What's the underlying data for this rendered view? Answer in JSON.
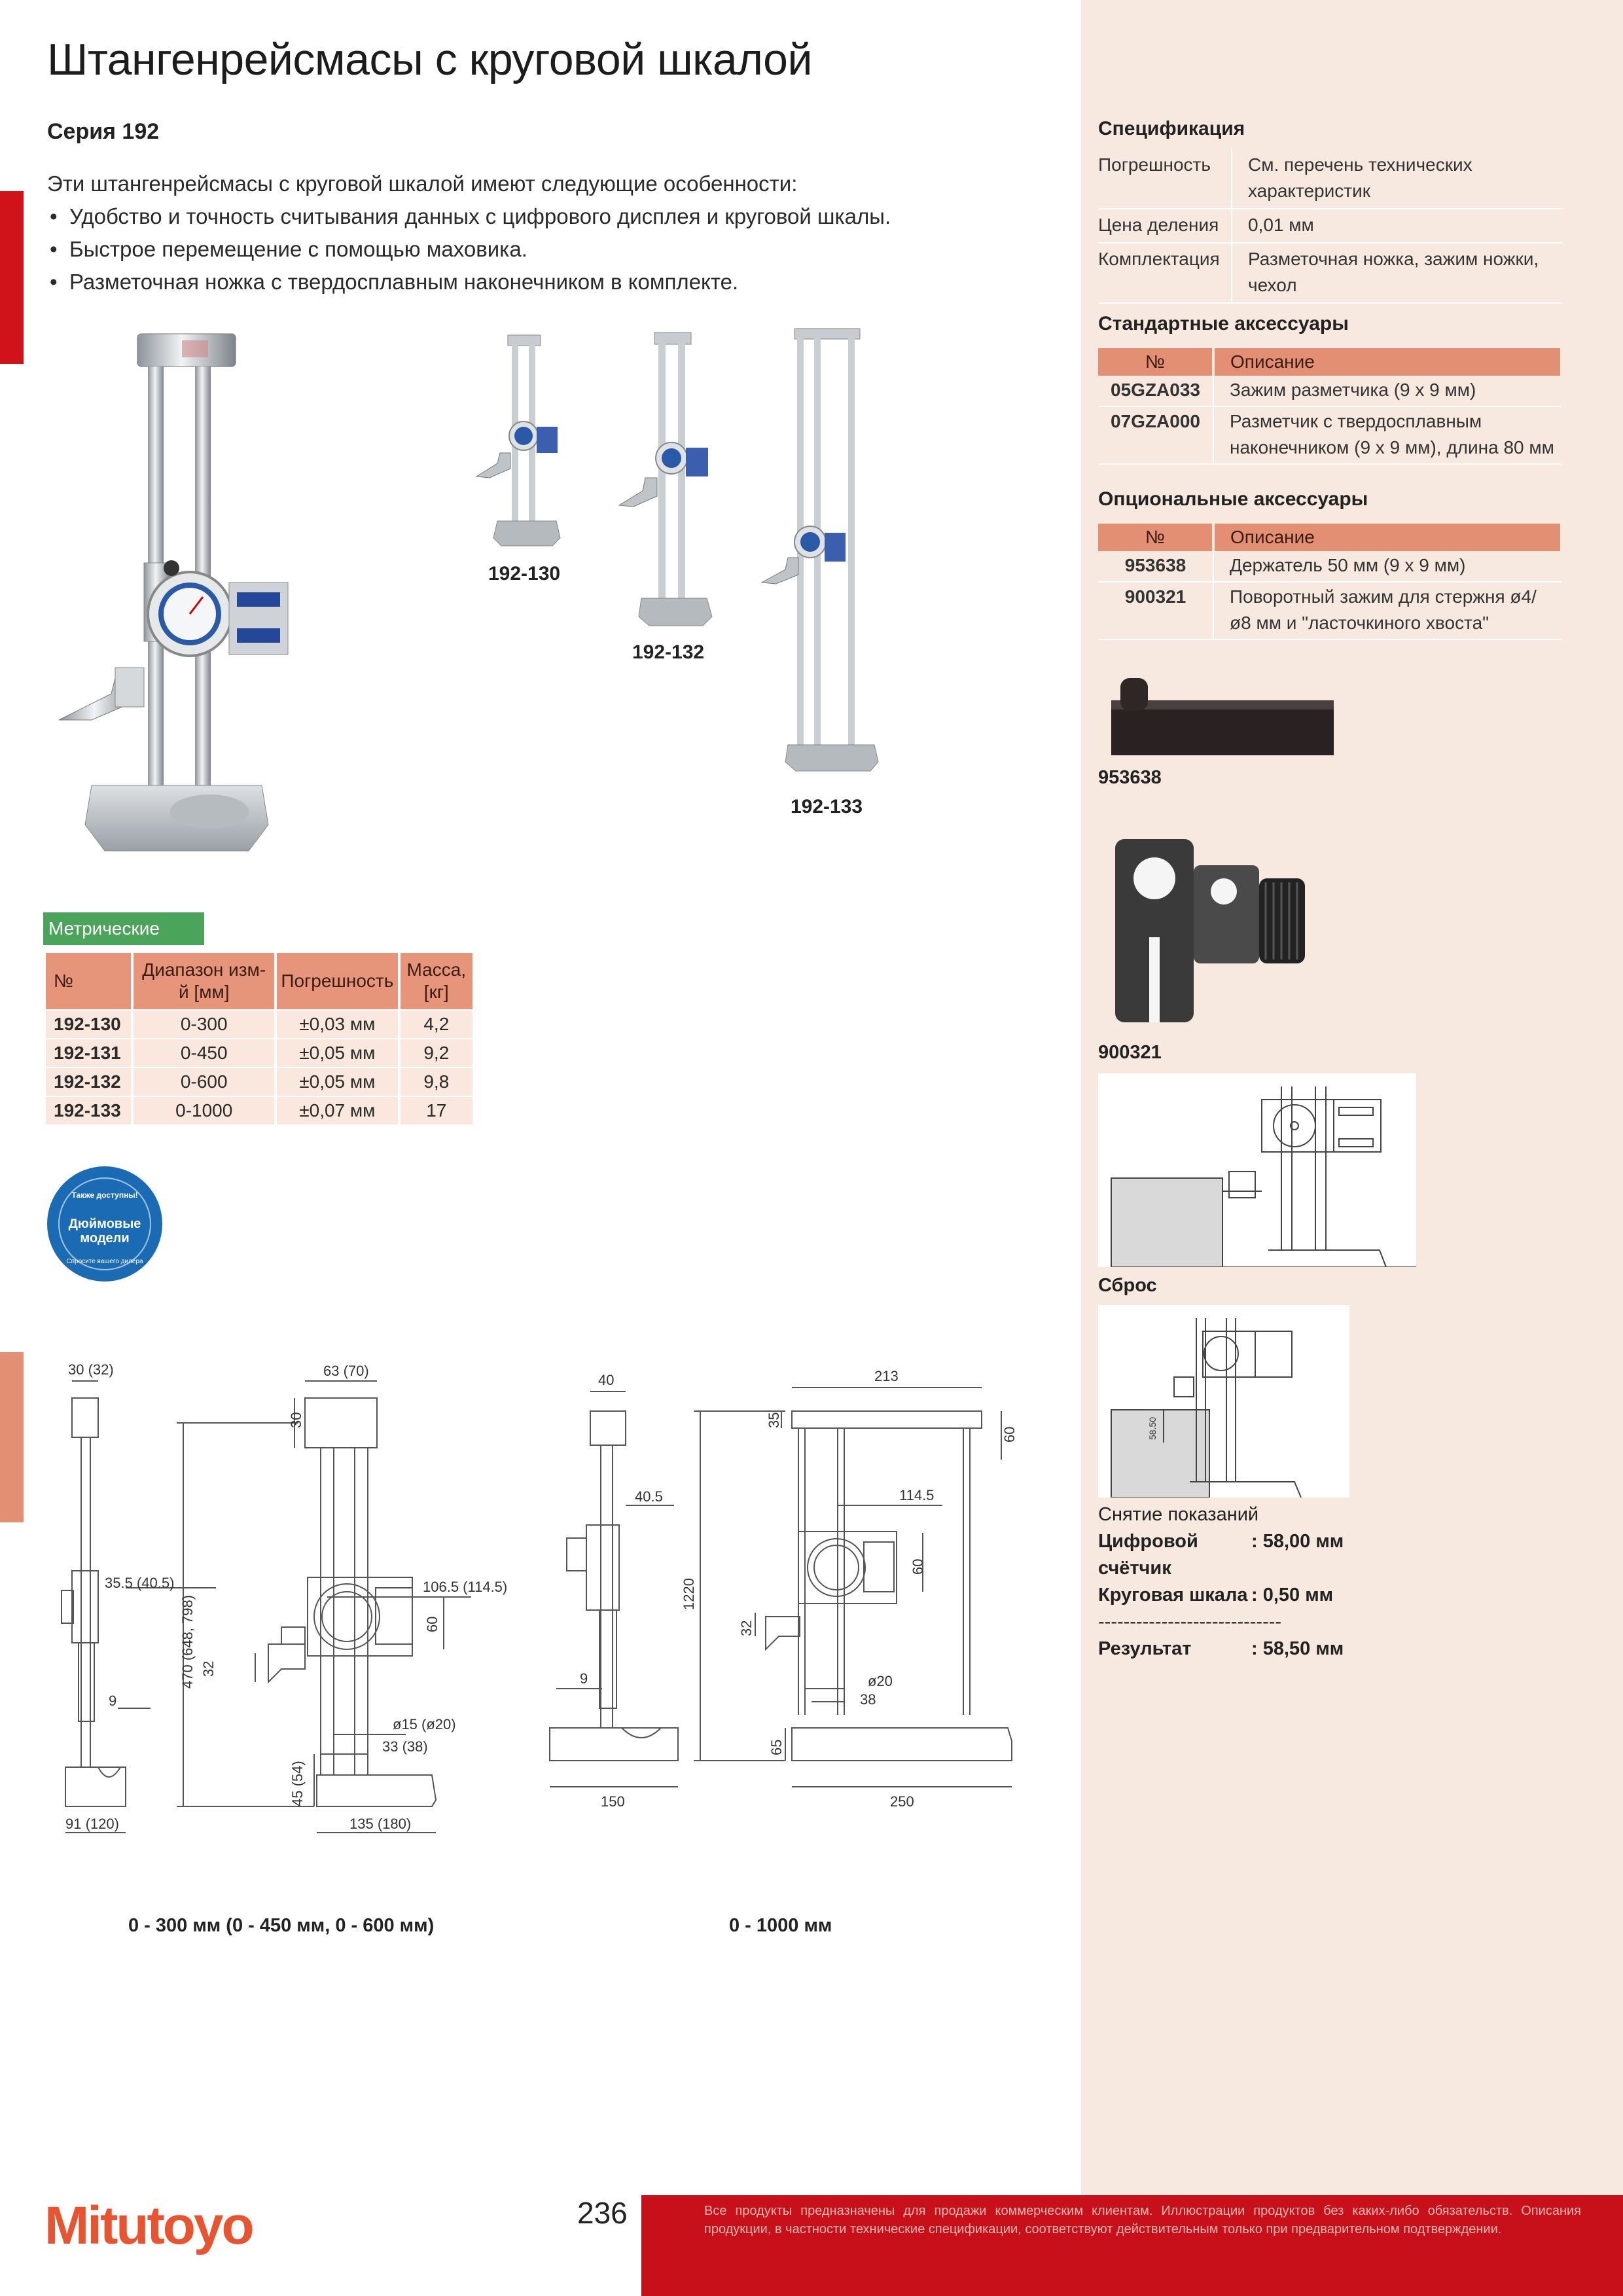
{
  "title": "Штангенрейсмасы с круговой шкалой",
  "series": "Серия 192",
  "intro": {
    "lead": "Эти штангенрейсмасы с круговой шкалой имеют следующие особенности:",
    "bullets": [
      "Удобство и точность считывания данных с цифрового дисплея и круговой шкалы.",
      "Быстрое перемещение с помощью маховика.",
      "Разметочная ножка с твердосплавным наконечником в комплекте."
    ]
  },
  "product_labels": [
    "192-130",
    "192-132",
    "192-133"
  ],
  "metric": {
    "tag": "Метрические",
    "headers": [
      "№",
      "Диапазон изм-й [мм]",
      "Погрешность",
      "Масса, [кг]"
    ],
    "rows": [
      [
        "192-130",
        "0-300",
        "±0,03 мм",
        "4,2"
      ],
      [
        "192-131",
        "0-450",
        "±0,05 мм",
        "9,2"
      ],
      [
        "192-132",
        "0-600",
        "±0,05 мм",
        "9,8"
      ],
      [
        "192-133",
        "0-1000",
        "±0,07 мм",
        "17"
      ]
    ]
  },
  "badge": {
    "top": "Также доступны!",
    "middle1": "Дюймовые",
    "middle2": "модели",
    "ring": "Спросите вашего дилера"
  },
  "drawing_small": {
    "caption": "0 - 300 мм (0 - 450 мм, 0 - 600 мм)",
    "dims": {
      "d_top_w": "30 (32)",
      "d_35": "35.5 (40.5)",
      "d_9": "9",
      "d_91": "91 (120)",
      "d_63": "63 (70)",
      "d_30": "30",
      "d_470": "470 (648, 798)",
      "d_106": "106.5 (114.5)",
      "d_60": "60",
      "d_32": "32",
      "d_15": "ø15 (ø20)",
      "d_33": "33 (38)",
      "d_45": "45 (54)",
      "d_135": "135 (180)"
    }
  },
  "drawing_large": {
    "caption": "0 - 1000 мм",
    "dims": {
      "d_40": "40",
      "d_405": "40.5",
      "d_9": "9",
      "d_150": "150",
      "d_213": "213",
      "d_35": "35",
      "d_60a": "60",
      "d_1145": "114.5",
      "d_60b": "60",
      "d_1220": "1220",
      "d_32": "32",
      "d_20": "ø20",
      "d_38": "38",
      "d_65": "65",
      "d_250": "250"
    }
  },
  "spec": {
    "heading": "Спецификация",
    "rows": [
      [
        "Погрешность",
        "См. перечень технических характеристик"
      ],
      [
        "Цена деления",
        "0,01 мм"
      ],
      [
        "Комплектация",
        "Разметочная ножка, зажим ножки, чехол"
      ]
    ]
  },
  "std_acc": {
    "heading": "Стандартные аксессуары",
    "headers": [
      "№",
      "Описание"
    ],
    "rows": [
      [
        "05GZA033",
        "Зажим разметчика (9 x 9 мм)"
      ],
      [
        "07GZA000",
        "Разметчик с твердосплавным наконечником (9 x 9 мм), длина 80 мм"
      ]
    ]
  },
  "opt_acc": {
    "heading": "Опциональные аксессуары",
    "headers": [
      "№",
      "Описание"
    ],
    "rows": [
      [
        "953638",
        "Держатель 50 мм (9 x 9 мм)"
      ],
      [
        "900321",
        "Поворотный зажим для стержня ø4/ ø8 мм и \"ласточкиного хвоста\""
      ]
    ]
  },
  "acc_labels": {
    "a": "953638",
    "b": "900321",
    "reset": "Сброс",
    "reset_dim": "58.50"
  },
  "reading": {
    "heading": "Снятие показаний",
    "digital_label": "Цифровой счётчик",
    "digital_value": ": 58,00 мм",
    "dial_label": "Круговая шкала",
    "dial_value": ":   0,50 мм",
    "rule": "-----------------------------",
    "result_label": "Результат",
    "result_value": ": 58,50 мм"
  },
  "footer": {
    "brand": "Mitutoyo",
    "page": "236",
    "disclaimer": "Все продукты предназначены для продажи коммерческим клиентам. Иллюстрации продуктов без каких-либо обязательств. Описания продукции, в частности технические спецификации, соответствуют действительным только при предварительном подтверждении."
  },
  "colors": {
    "accent_red": "#d0121b",
    "table_header": "#e7957a",
    "table_cell": "#fae7dd",
    "metric_green": "#4aa55a",
    "panel_bg": "#f7e9e0",
    "brand_orange": "#e8542f"
  }
}
